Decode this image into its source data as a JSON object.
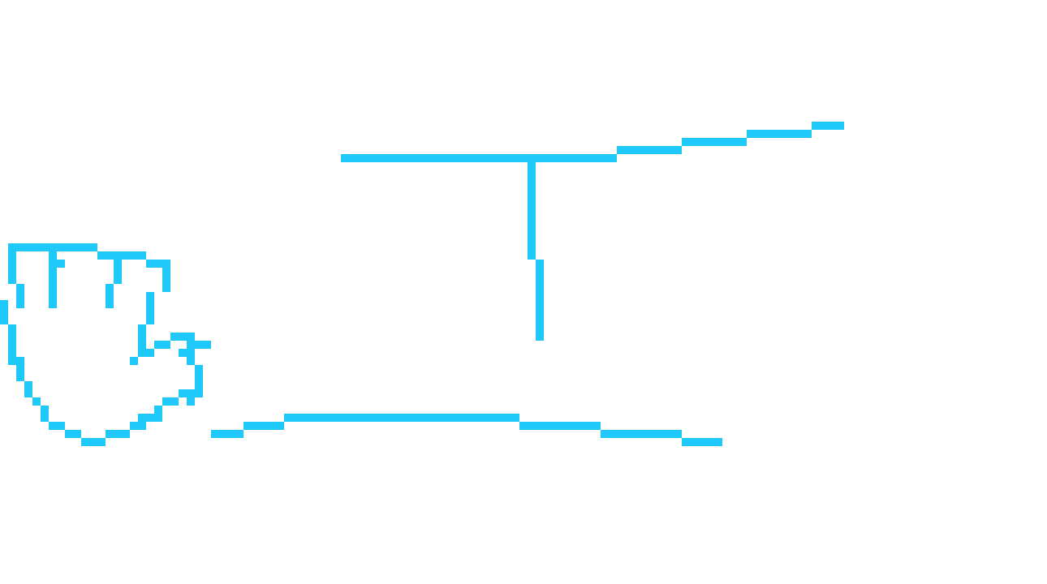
{
  "canvas": {
    "background_color": "#ffffff",
    "stroke_color": "#1ec8f8"
  },
  "active_tool": {
    "icon": "hand-icon",
    "name": "pan"
  },
  "drawing": {
    "style": "pixel-art line strokes",
    "shapes": [
      "top-line",
      "vertical-stem",
      "bottom-line"
    ]
  }
}
